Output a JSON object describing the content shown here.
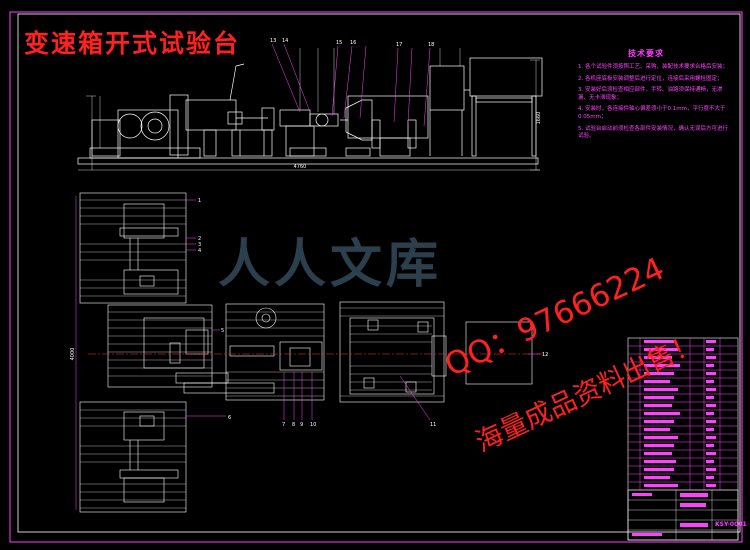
{
  "drawing": {
    "title": "变速箱开式试验台",
    "tech_requirements": {
      "heading": "技术要求",
      "items": [
        "1. 各个试验件须按照工艺、采购、装配技术要求合格后安装；",
        "2. 各机座底板安装调整后进行定位，连接后采用螺栓固定；",
        "3. 安装好后须检查相应部件，手转、油路须保持通畅，无渗漏、无卡滞现象；",
        "4. 安装时，各连接件轴心偏差须小于0.1mm，平行度不大于0.05mm；",
        "5. 试验台启动前须检查各部件安装情况，确认无误后方可进行试验。"
      ]
    },
    "dimension_labels": [
      "4760",
      "1660",
      "4000"
    ],
    "part_numbers": [
      "1",
      "2",
      "3",
      "4",
      "5",
      "6",
      "7",
      "8",
      "9",
      "10",
      "11",
      "12",
      "13",
      "14",
      "15",
      "16",
      "17",
      "18"
    ],
    "title_block": {
      "drawing_number": "KSY-0001"
    }
  },
  "watermarks": {
    "brand": "人人文库",
    "qq": "QQ：97666224",
    "slogan": "海量成品资料出售！"
  },
  "colors": {
    "background": "#000000",
    "line_white": "#ffffff",
    "accent_magenta": "#ff40ff",
    "center_red": "#ff3030",
    "watermark_red": "#ff2020",
    "watermark_brand": "#3a5566"
  }
}
